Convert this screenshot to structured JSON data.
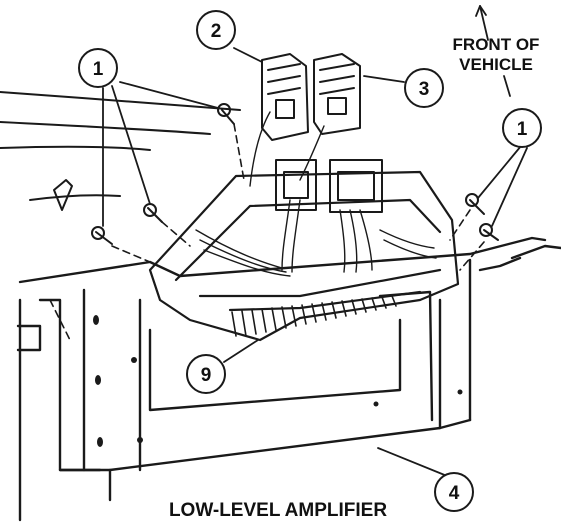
{
  "diagram": {
    "title": "LOW-LEVEL AMPLIFIER",
    "direction_label_line1": "FRONT OF",
    "direction_label_line2": "VEHICLE",
    "callouts": [
      {
        "id": "callout-1-left",
        "number": "1"
      },
      {
        "id": "callout-2",
        "number": "2"
      },
      {
        "id": "callout-3",
        "number": "3"
      },
      {
        "id": "callout-1-right",
        "number": "1"
      },
      {
        "id": "callout-9",
        "number": "9"
      },
      {
        "id": "callout-4",
        "number": "4"
      }
    ]
  }
}
